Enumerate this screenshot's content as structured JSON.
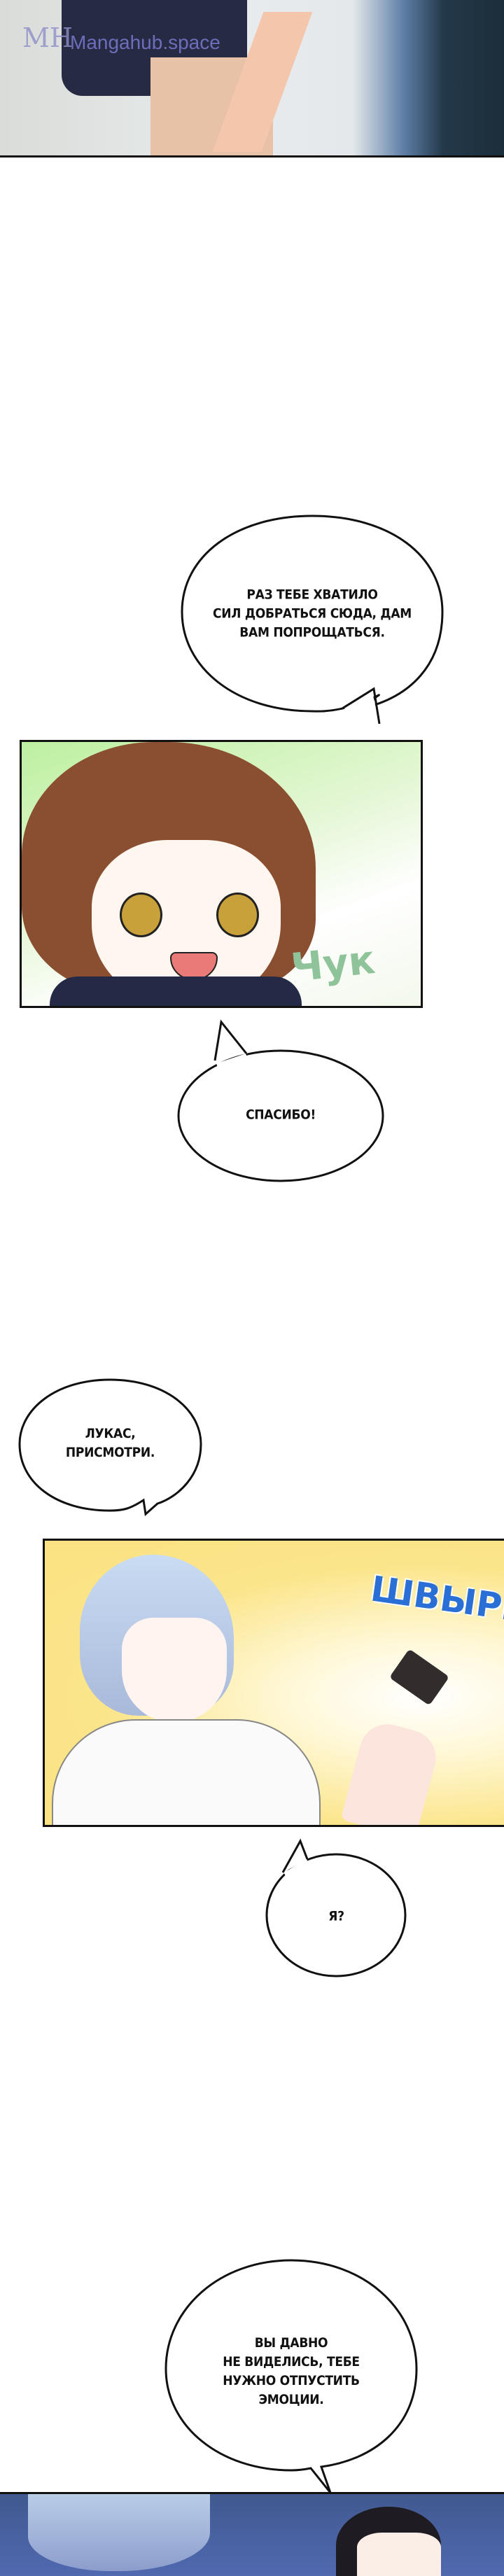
{
  "watermark": {
    "text": "Mangahub.space",
    "logo_letters": "MH"
  },
  "bubbles": [
    {
      "lines": [
        "РАЗ ТЕБЕ ХВАТИЛО",
        "СИЛ ДОБРАТЬСЯ СЮДА, ДАМ",
        "ВАМ ПОПРОЩАТЬСЯ."
      ]
    },
    {
      "lines": [
        "СПАСИБО!"
      ]
    },
    {
      "lines": [
        "ЛУКАС,",
        "ПРИСМОТРИ."
      ]
    },
    {
      "lines": [
        "Я?"
      ]
    },
    {
      "lines": [
        "ВЫ ДАВНО",
        "НЕ ВИДЕЛИСЬ, ТЕБЕ",
        "НУЖНО ОТПУСТИТЬ",
        "ЭМОЦИИ."
      ]
    }
  ],
  "sfx": {
    "girl": "Чук",
    "lucas": "ШВЫРЬ"
  },
  "colors": {
    "sfx_green": "#8fc49a",
    "sfx_blue": "#2a6fd6",
    "panel_yellow": "#fbe58a",
    "panel_green": "#c9f2a8",
    "bottom_blue": "#4a64a8"
  }
}
